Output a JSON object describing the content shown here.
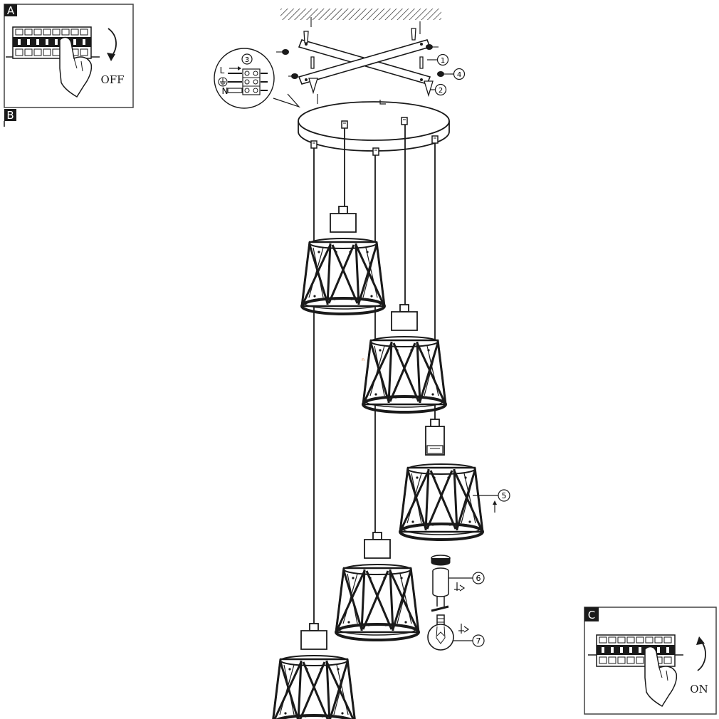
{
  "steps": {
    "a": {
      "letter": "A",
      "caption": "OFF"
    },
    "b": {
      "letter": "B"
    },
    "c": {
      "letter": "C",
      "caption": "ON"
    }
  },
  "callouts": [
    "1",
    "2",
    "3",
    "4",
    "5",
    "6",
    "7"
  ],
  "terminals": {
    "live": "L",
    "neutral": "N",
    "earth_symbol": "ground-icon"
  },
  "small_mark": "n",
  "colors": {
    "line": "#1a1a1a",
    "accent": "#e07b39",
    "panel_border": "#444444"
  }
}
